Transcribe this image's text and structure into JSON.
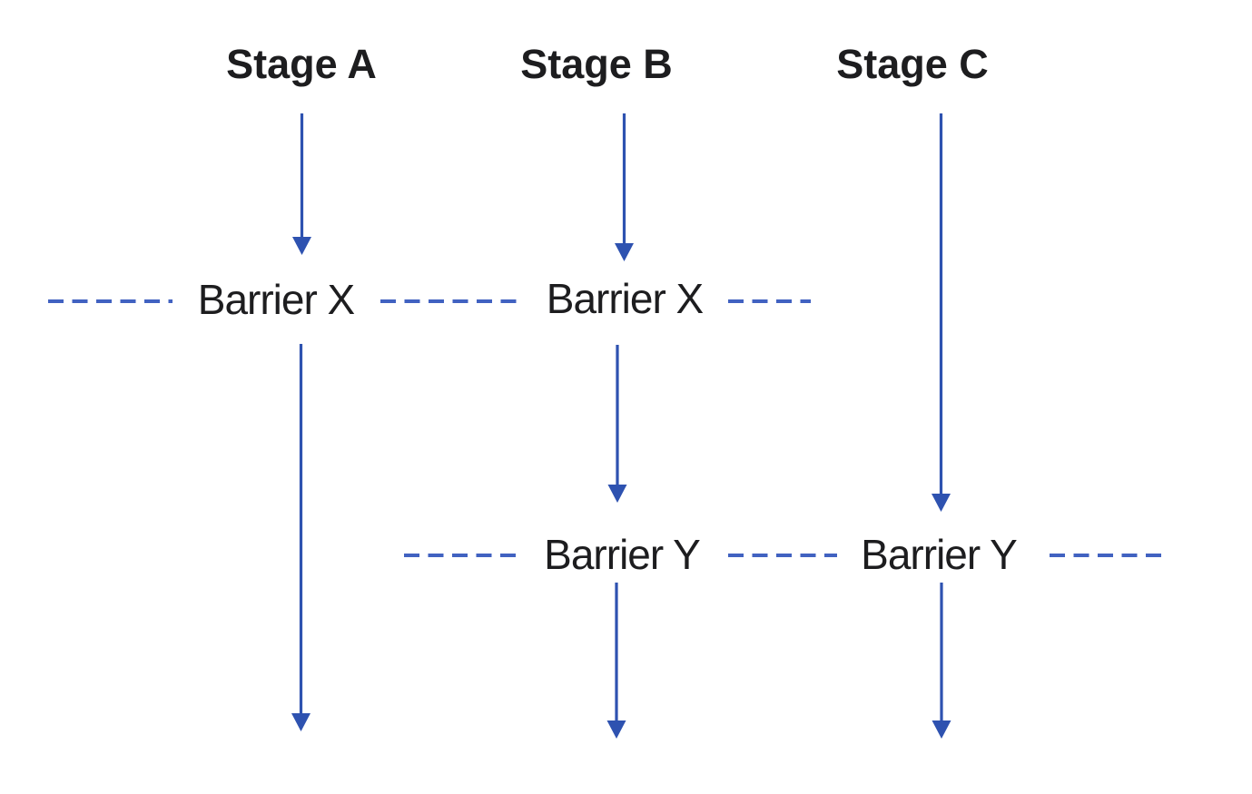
{
  "diagram": {
    "type": "staged-pipeline-with-barriers",
    "stages": [
      {
        "label": "Stage A"
      },
      {
        "label": "Stage B"
      },
      {
        "label": "Stage C"
      }
    ],
    "barriers": [
      {
        "row": "X",
        "labels": [
          "Barrier X",
          "Barrier X"
        ]
      },
      {
        "row": "Y",
        "labels": [
          "Barrier Y",
          "Barrier Y"
        ]
      }
    ],
    "colors": {
      "arrow": "#2e52b0",
      "dash": "#4162c1",
      "text": "#1d1d1f",
      "background": "#ffffff"
    }
  }
}
